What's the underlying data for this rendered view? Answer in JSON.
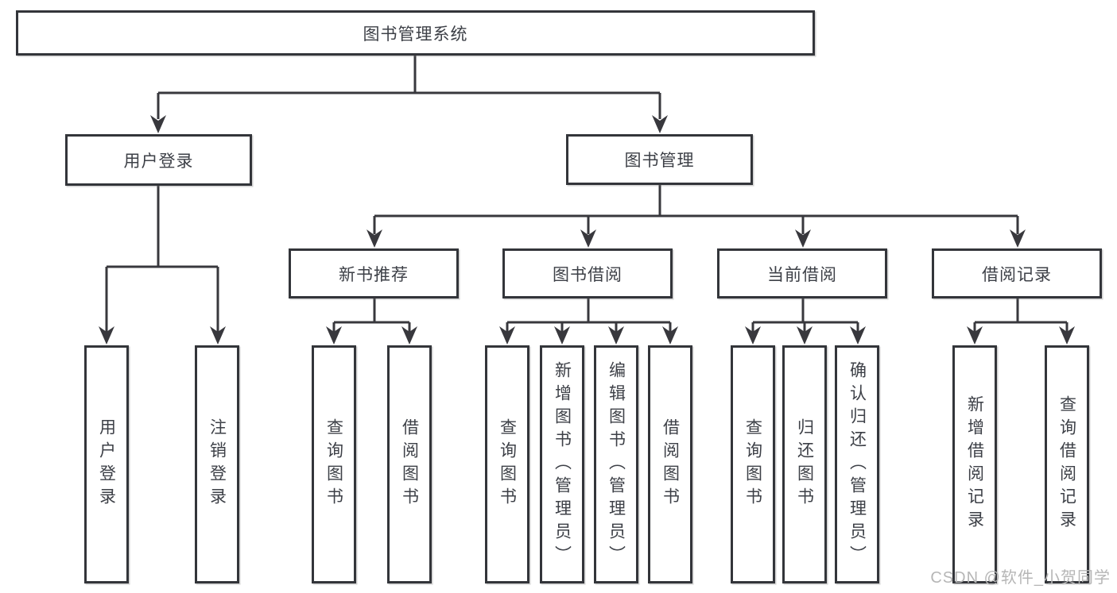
{
  "diagram": {
    "type": "hierarchy-tree",
    "title": "图书管理系统",
    "watermark": "CSDN @软件_小贺同学",
    "colors": {
      "background": "#ffffff",
      "box_fill": "#ffffff",
      "box_border": "#33353a",
      "line": "#38383d",
      "text": "#3d4047",
      "watermark": "#b6b6b6"
    },
    "root": {
      "label": "图书管理系统"
    },
    "level1": [
      {
        "label": "用户登录"
      },
      {
        "label": "图书管理"
      }
    ],
    "level2": [
      {
        "label": "新书推荐",
        "parent": "图书管理"
      },
      {
        "label": "图书借阅",
        "parent": "图书管理"
      },
      {
        "label": "当前借阅",
        "parent": "图书管理"
      },
      {
        "label": "借阅记录",
        "parent": "图书管理"
      }
    ],
    "leaves": [
      {
        "label": "用户登录",
        "parent": "用户登录"
      },
      {
        "label": "注销登录",
        "parent": "用户登录"
      },
      {
        "label": "查询图书",
        "parent": "新书推荐"
      },
      {
        "label": "借阅图书",
        "parent": "新书推荐"
      },
      {
        "label": "查询图书",
        "parent": "图书借阅"
      },
      {
        "label": "新增图书（管理员）",
        "parent": "图书借阅"
      },
      {
        "label": "编辑图书（管理员）",
        "parent": "图书借阅"
      },
      {
        "label": "借阅图书",
        "parent": "图书借阅"
      },
      {
        "label": "查询图书",
        "parent": "当前借阅"
      },
      {
        "label": "归还图书",
        "parent": "当前借阅"
      },
      {
        "label": "确认归还（管理员）",
        "parent": "当前借阅"
      },
      {
        "label": "新增借阅记录",
        "parent": "借阅记录"
      },
      {
        "label": "查询借阅记录",
        "parent": "借阅记录"
      }
    ]
  }
}
